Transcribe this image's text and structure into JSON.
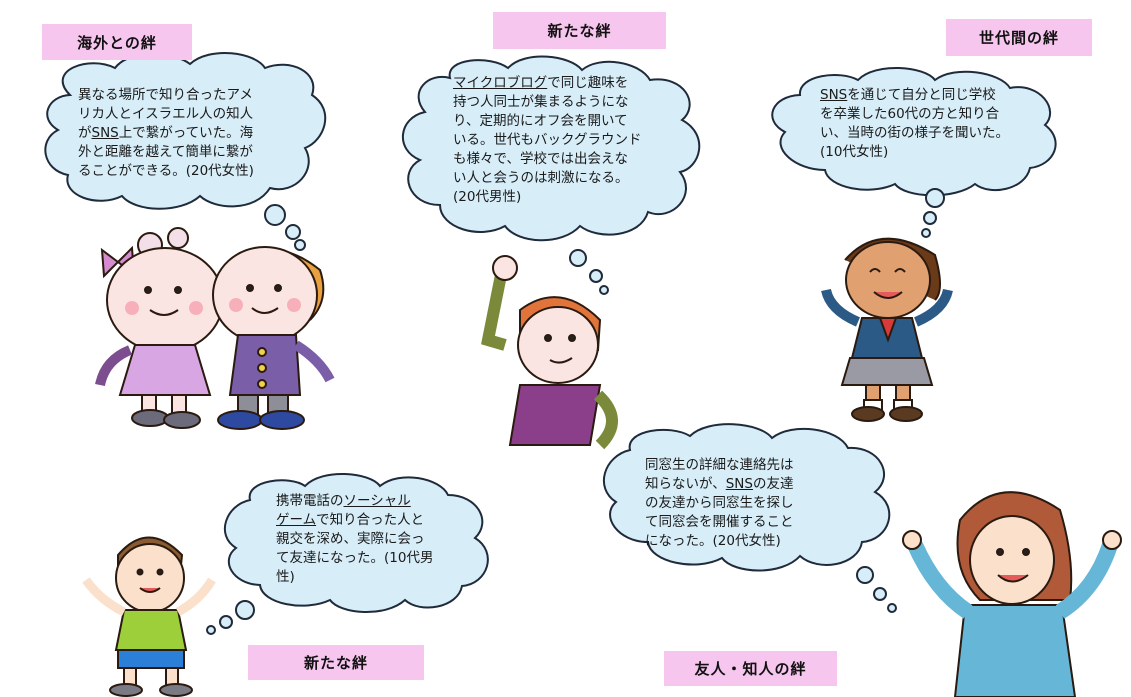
{
  "labels": {
    "overseas": "海外との絆",
    "new_top": "新たな絆",
    "generation": "世代間の絆",
    "new_bottom": "新たな絆",
    "friends": "友人・知人の絆"
  },
  "bubbles": {
    "overseas": {
      "l1": "異なる場所で知り合ったアメ",
      "l2": "リカ人とイスラエル人の知人",
      "l3_u": "SNS",
      "l3_pre": "が",
      "l3_post": "上で繋がっていた。海",
      "l4": "外と距離を越えて簡単に繋が",
      "l5": "ることができる。(20代女性)"
    },
    "new_top": {
      "l1_u": "マイクロブログ",
      "l1_post": "で同じ趣味を",
      "l2": "持つ人同士が集まるようにな",
      "l3": "り、定期的にオフ会を開いて",
      "l4": "いる。世代もバックグラウンド",
      "l5": "も様々で、学校では出会えな",
      "l6": "い人と会うのは刺激になる。",
      "l7": "(20代男性)"
    },
    "generation": {
      "l1_u": "SNS",
      "l1_post": "を通じて自分と同じ学校",
      "l2": "を卒業した60代の方と知り合",
      "l3": "い、当時の街の様子を聞いた。",
      "l4": "(10代女性)"
    },
    "new_bottom": {
      "l1_pre": "携帯電話の",
      "l1_u": "ソーシャル",
      "l2_u": "ゲーム",
      "l2_post": "で知り合った人と",
      "l3": "親交を深め、実際に会っ",
      "l4": "て友達になった。(10代男",
      "l5": "性)"
    },
    "friends": {
      "l1": "同窓生の詳細な連絡先は",
      "l2_pre": "知らないが、",
      "l2_u": "SNS",
      "l2_post": "の友達",
      "l3": "の友達から同窓生を探し",
      "l4": "て同窓会を開催すること",
      "l5": "になった。(20代女性)"
    }
  },
  "colors": {
    "bubble_fill": "#d7edf8",
    "bubble_stroke": "#1f2a3a",
    "label_bg": "#f7c6ee"
  }
}
